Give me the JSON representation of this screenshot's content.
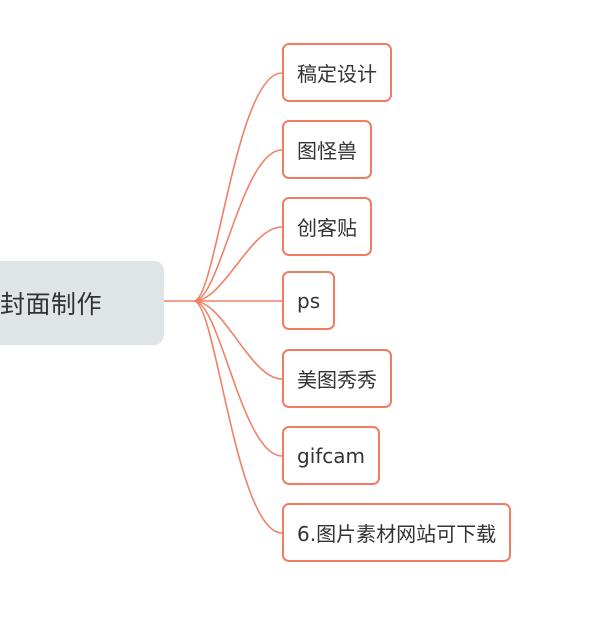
{
  "mindmap": {
    "root": {
      "label": "封面制作"
    },
    "branches": [
      {
        "label": "稿定设计"
      },
      {
        "label": "图怪兽"
      },
      {
        "label": "创客贴"
      },
      {
        "label": "ps"
      },
      {
        "label": "美图秀秀"
      },
      {
        "label": "gifcam"
      },
      {
        "label": "6.图片素材网站可下载"
      }
    ]
  },
  "colors": {
    "connector": "#f08066",
    "branch_border": "#f07c63",
    "root_fill": "#dfe4e6",
    "text": "#333333"
  }
}
